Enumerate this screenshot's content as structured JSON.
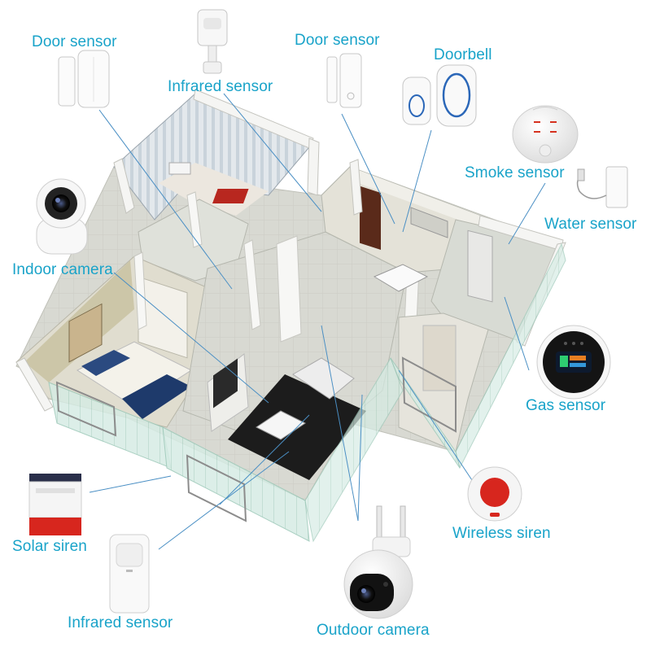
{
  "labels": {
    "door_sensor_left": "Door sensor",
    "infrared_sensor_top": "Infrared sensor",
    "door_sensor_mid": "Door sensor",
    "doorbell": "Doorbell",
    "smoke_sensor": "Smoke sensor",
    "water_sensor": "Water sensor",
    "indoor_camera": "Indoor camera",
    "gas_sensor": "Gas sensor",
    "solar_siren": "Solar siren",
    "wireless_siren": "Wireless siren",
    "infrared_sensor_bottom": "Infrared sensor",
    "outdoor_camera": "Outdoor camera"
  },
  "colors": {
    "label_text": "#19a3c9",
    "leader_line": "#4a8fc4",
    "wall": "#f1f2f0",
    "floor": "#d8d9d2",
    "wallpaper_stripe": "#c9d3db",
    "bed_cover": "#1e3a6b",
    "rug": "#1c1c1c",
    "door_wood": "#5a2a1a",
    "siren_red": "#d7261e",
    "device_white": "#f7f7f7",
    "window_glass": "#cfe8df"
  }
}
